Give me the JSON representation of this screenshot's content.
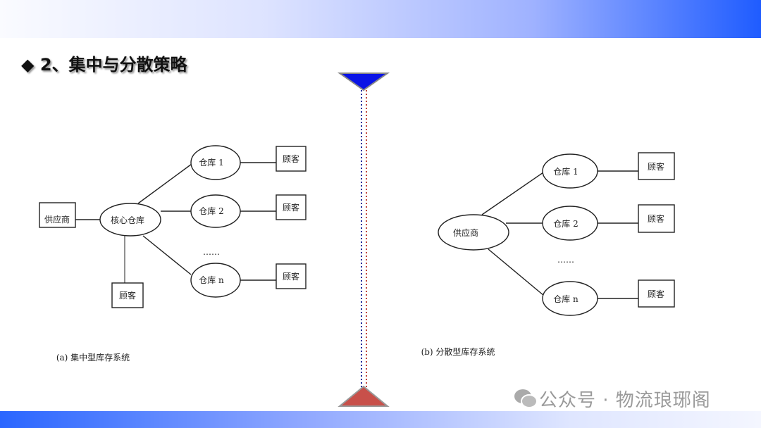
{
  "slide": {
    "title": "◆ 2、集中与分散策略",
    "watermark": "公众号 · 物流琅琊阁"
  },
  "diagram_a": {
    "supplier": "供应商",
    "core": "核心仓库",
    "warehouses": [
      "仓库 1",
      "仓库 2",
      "仓库 n"
    ],
    "customer": "顾客",
    "ellipsis": "……",
    "caption": "(a) 集中型库存系统"
  },
  "diagram_b": {
    "supplier": "供应商",
    "warehouses": [
      "仓库 1",
      "仓库 2",
      "仓库 n"
    ],
    "customer": "顾客",
    "ellipsis": "……",
    "caption": "(b) 分散型库存系统"
  },
  "colors": {
    "top_triangle": "#0a14e6",
    "bottom_triangle": "#c8504a"
  }
}
